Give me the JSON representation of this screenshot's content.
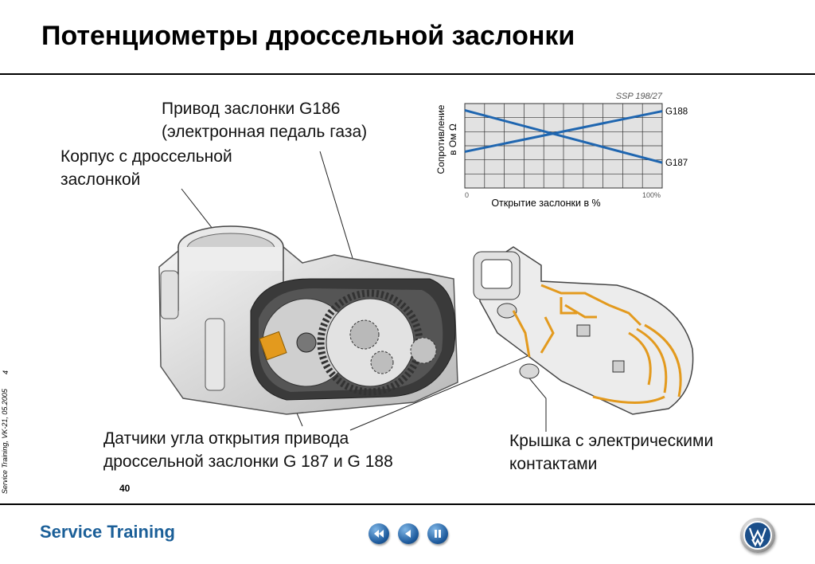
{
  "slide": {
    "title": "Потенциометры дроссельной заслонки",
    "slide_number": "40",
    "side_info": "Service Training, VK-21, 05.2005",
    "side_page": "4"
  },
  "labels": {
    "actuator": [
      "Привод заслонки G186",
      "(электронная педаль газа)"
    ],
    "housing": [
      "Корпус с дроссельной",
      "заслонкой"
    ],
    "sensors": [
      "Датчики угла открытия привода",
      "дроссельной заслонки G 187 и G 188"
    ],
    "cover": [
      "Крышка с электрическими",
      "контактами"
    ]
  },
  "footer": {
    "title": "Service Training",
    "buttons": [
      "first-page",
      "previous-page",
      "pause"
    ]
  },
  "colors": {
    "footer_text": "#1b5f98",
    "chart_line": "#1f66b0",
    "chart_grid_bg": "#e2e2e2",
    "circuit": "#e39a1e"
  },
  "chart_data": {
    "type": "line",
    "title": "SSP 198/27",
    "xlabel": "Открытие заслонки в %",
    "ylabel": [
      "Сопротивление",
      "в Ом Ω"
    ],
    "x_ticks": [
      "0",
      "100%"
    ],
    "xlim": [
      0,
      100
    ],
    "ylim": [
      0,
      100
    ],
    "grid": true,
    "series": [
      {
        "name": "G188",
        "x": [
          0,
          100
        ],
        "y": [
          43,
          91
        ]
      },
      {
        "name": "G187",
        "x": [
          0,
          100
        ],
        "y": [
          92,
          30
        ]
      }
    ]
  }
}
